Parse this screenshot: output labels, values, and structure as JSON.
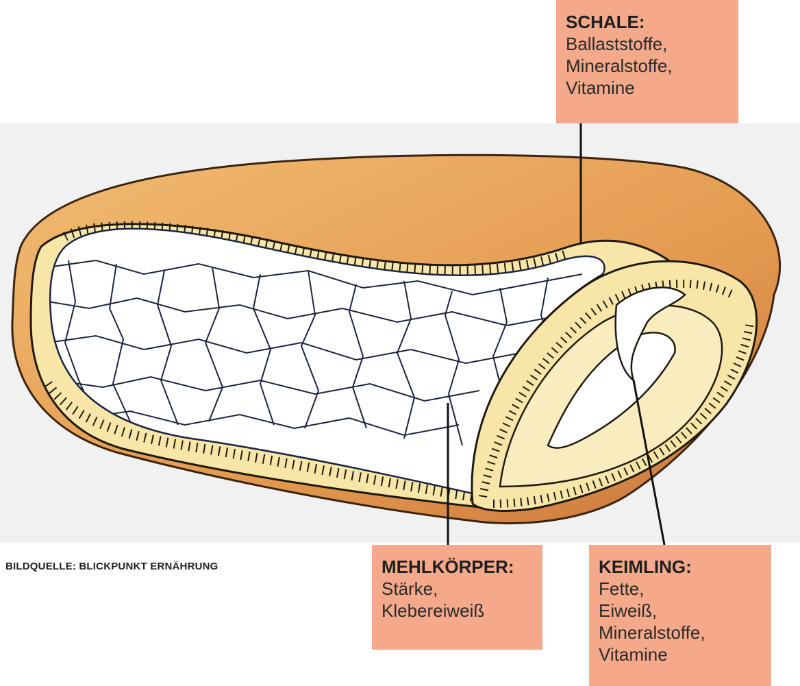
{
  "source_caption": "BILDQUELLE: BLICKPUNKT ERNÄHRUNG",
  "labels": {
    "schale": {
      "title": "SCHALE:",
      "items": [
        "Ballaststoffe,",
        "Mineralstoffe,",
        "Vitamine"
      ]
    },
    "mehlkoerper": {
      "title": "MEHLKÖRPER:",
      "items": [
        "Stärke,",
        "Klebereiweiß"
      ]
    },
    "keimling": {
      "title": "KEIMLING:",
      "items": [
        "Fette,",
        "Eiweiß,",
        "Mineralstoffe,",
        "Vitamine"
      ]
    }
  },
  "colors": {
    "label_background": "#f4a98a",
    "outer_skin": "#e8a45c",
    "inner_layer": "#f7e6a8",
    "endosperm": "#ffffff",
    "cell_lines": "#1a2440",
    "backdrop": "#f1f1f1"
  }
}
